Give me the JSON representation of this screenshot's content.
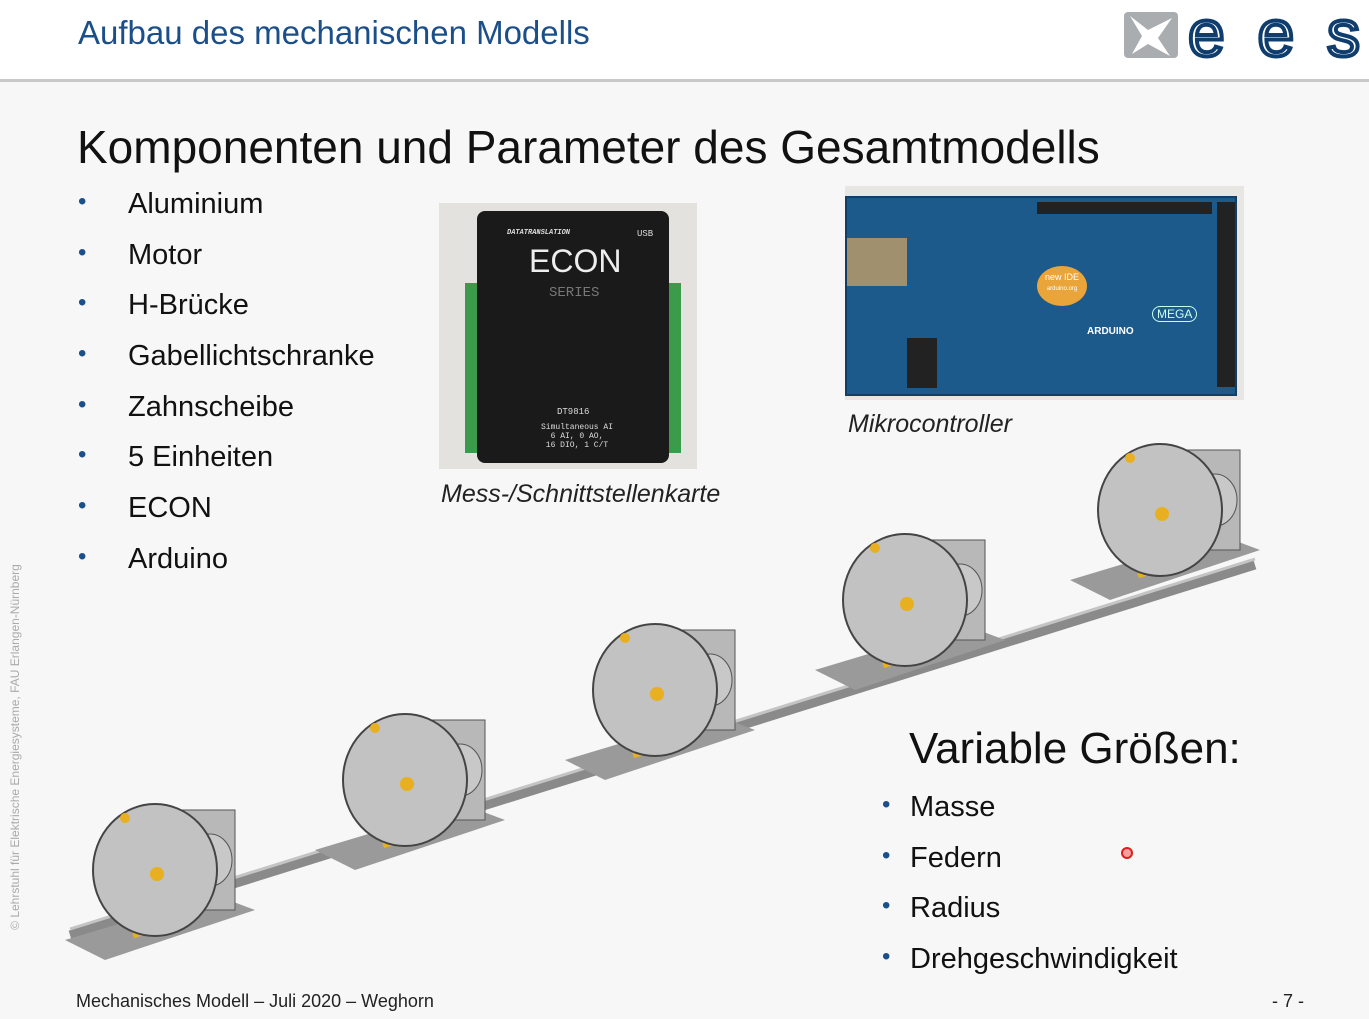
{
  "header": {
    "title": "Aufbau des mechanischen Modells",
    "logo_text": "ees"
  },
  "heading": "Komponenten und Parameter des Gesamtmodells",
  "components": [
    "Aluminium",
    "Motor",
    "H-Brücke",
    "Gabellichtschranke",
    "Zahnscheibe",
    "5 Einheiten",
    "ECON",
    "Arduino"
  ],
  "bullet": "•",
  "econ_image": {
    "caption": "Mess-/Schnittstellenkarte",
    "brand": "DATATRANSLATION",
    "usb": "USB",
    "name": "ECON",
    "series": "SERIES",
    "model": "DT9816",
    "spec1": "Simultaneous AI",
    "spec2": "6 AI, 0 AO,",
    "spec3": "16 DIO, 1 C/T"
  },
  "arduino_image": {
    "caption": "Mikrocontroller",
    "badge": "new IDE",
    "site": "arduino.org",
    "brand": "ARDUINO",
    "mega": "MEGA"
  },
  "variables": {
    "title": "Variable Größen:",
    "items": [
      "Masse",
      "Federn",
      "Radius",
      "Drehgeschwindigkeit"
    ]
  },
  "footer": {
    "text": "Mechanisches Modell – Juli 2020 – Weghorn",
    "page": "- 7 -"
  },
  "side_text": "© Lehrstuhl für Elektrische Energiesysteme, FAU Erlangen-Nürnberg",
  "colors": {
    "accent": "#1b4f8a",
    "gold": "#e8b020"
  }
}
